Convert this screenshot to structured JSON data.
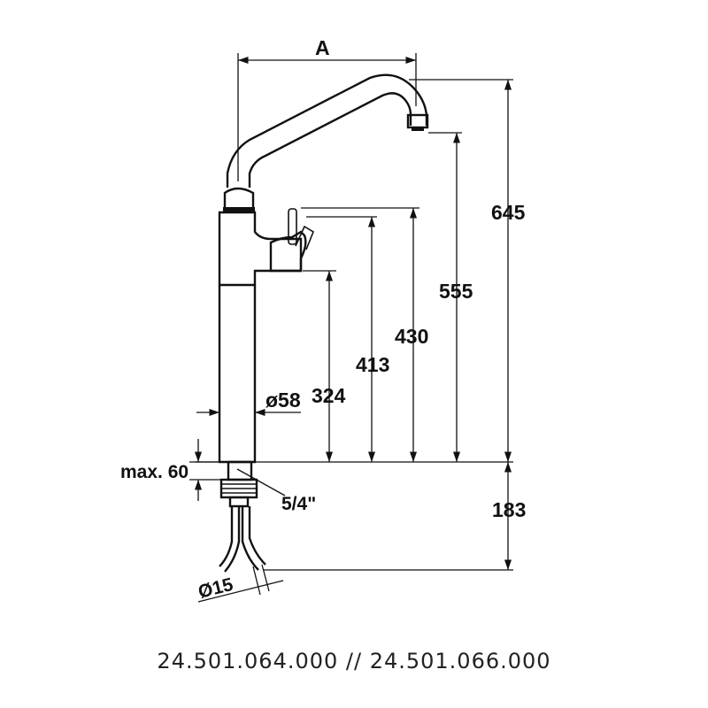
{
  "dimensions": {
    "spout_reach": "A",
    "total_height": "645",
    "spout_height": "555",
    "lever_height": "430",
    "handle_height": "413",
    "body_height": "324",
    "body_diameter": "ø58",
    "below_counter": "183",
    "max_counter_thickness": "max. 60",
    "thread_size": "5/4\"",
    "hose_diameter": "Ø15"
  },
  "article_numbers": "24.501.064.000 // 24.501.066.000",
  "colors": {
    "line": "#111111",
    "background": "#ffffff"
  }
}
